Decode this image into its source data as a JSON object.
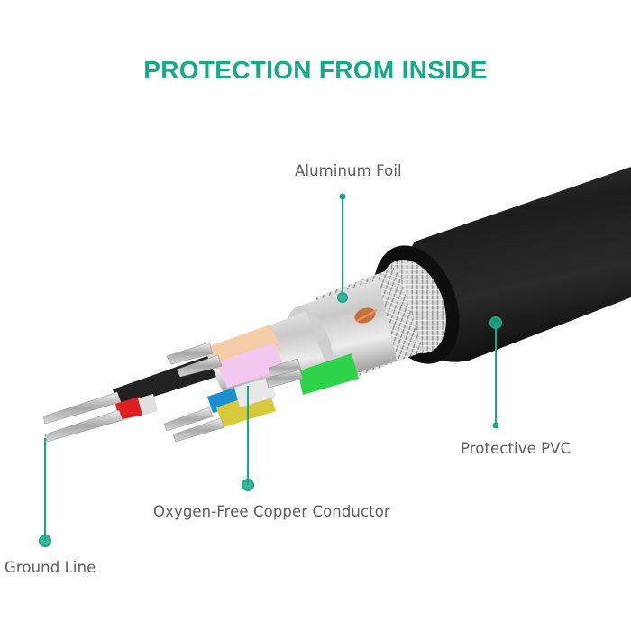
{
  "title": "PROTECTION FROM INSIDE",
  "colors": {
    "accent": "#1aa987",
    "label_text": "#5d5d5d",
    "cable_jacket": "#1c1c1c",
    "wire_black": "#222222",
    "wire_red": "#e02020",
    "wire_peach": "#f4cda6",
    "wire_pink": "#f3c8ee",
    "wire_blue": "#1b8fd0",
    "wire_yellow": "#d8c93a",
    "wire_green": "#2fd34a",
    "copper": "#c8703c"
  },
  "callouts": [
    {
      "id": "aluminum-foil",
      "label": "Aluminum Foil"
    },
    {
      "id": "protective-pvc",
      "label": "Protective PVC"
    },
    {
      "id": "oxygen-free-copper-conductor",
      "label": "Oxygen-Free Copper Conductor"
    },
    {
      "id": "ground-line",
      "label": "Ground Line"
    }
  ]
}
